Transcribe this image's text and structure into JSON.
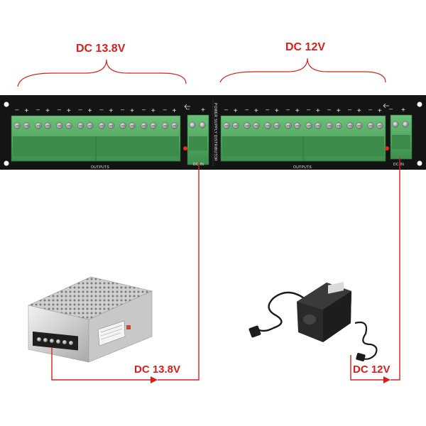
{
  "labels": {
    "top_left_voltage": "DC 13.8V",
    "top_right_voltage": "DC 12V",
    "bottom_left_voltage": "DC 13.8V",
    "bottom_right_voltage": "DC 12V"
  },
  "panel": {
    "left_outputs_label": "OUTPUTS",
    "right_outputs_label": "OUTPUTS",
    "left_input_label": "DC IN",
    "right_input_label": "DC IN",
    "center_label": "POWER SUPPLY DISTRIBUTOR",
    "left_output_count": 8,
    "right_output_count": 8
  },
  "colors": {
    "accent_red": "#d8201a",
    "panel": "#141414",
    "terminal_green": "#4aa55a"
  }
}
